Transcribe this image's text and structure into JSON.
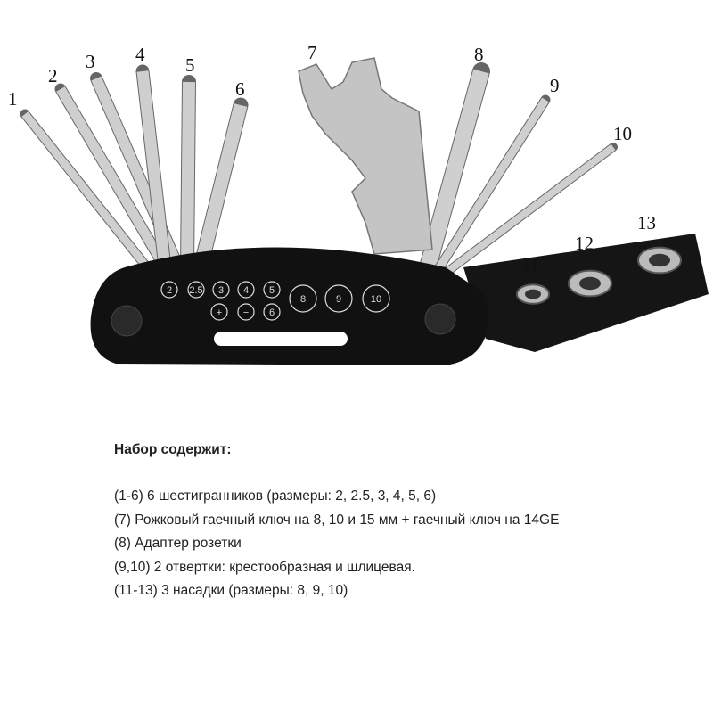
{
  "callouts": [
    "1",
    "2",
    "3",
    "4",
    "5",
    "6",
    "7",
    "8",
    "9",
    "10",
    "11",
    "12",
    "13"
  ],
  "body_markings": [
    "2",
    "2.5",
    "3",
    "4",
    "5",
    "+",
    "−",
    "6",
    "8",
    "9",
    "10"
  ],
  "description": {
    "heading": "Набор содержит:",
    "lines": [
      "(1-6) 6 шестигранников (размеры: 2, 2.5, 3, 4, 5, 6)",
      "(7) Рожковый гаечный ключ на 8, 10 и 15 мм + гаечный ключ на 14GE",
      "(8) Адаптер розетки",
      "(9,10) 2 отвертки: крестообразная и шлицевая.",
      "(11-13) 3 насадки (размеры: 8, 9, 10)"
    ]
  },
  "colors": {
    "body": "#111111",
    "steel": "#b9b9b9",
    "text": "#222222"
  }
}
